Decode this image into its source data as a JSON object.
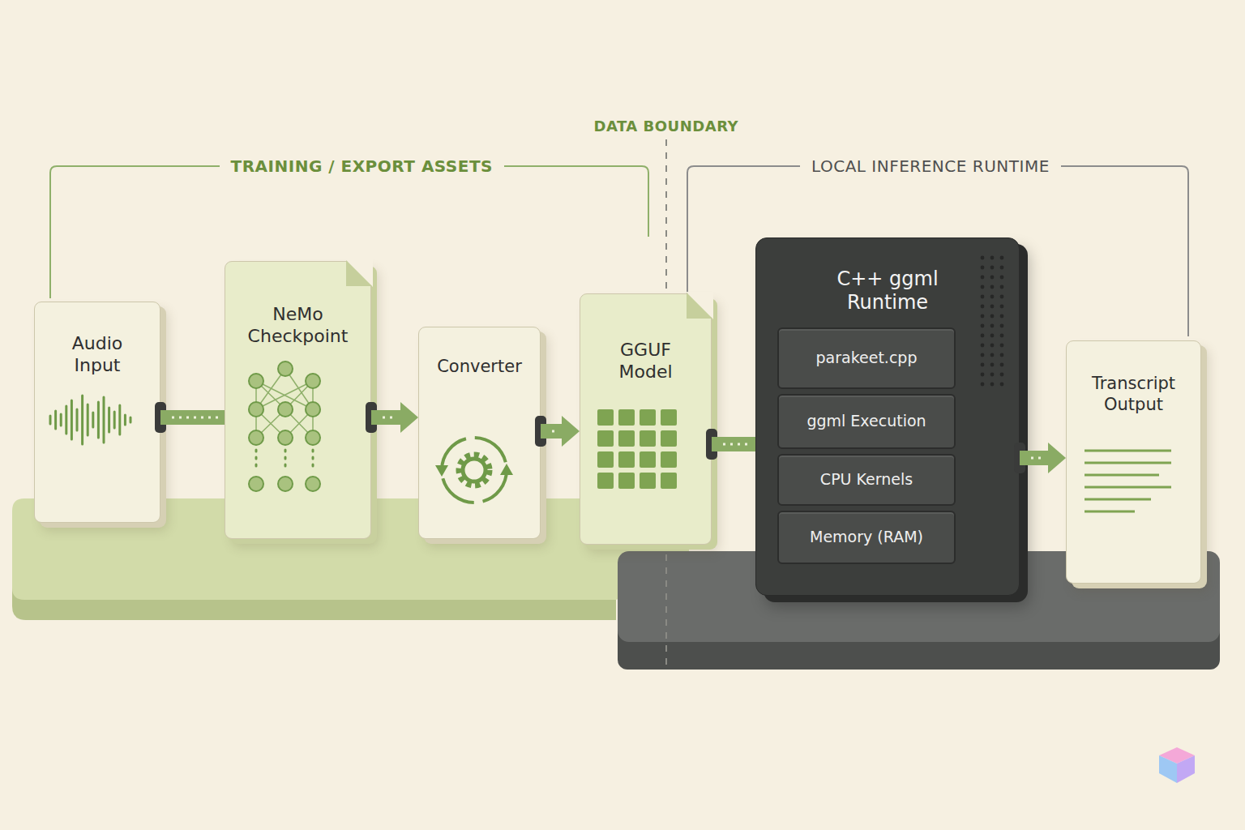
{
  "diagram": {
    "nodes": [
      {
        "text": [
          "Audio Input"
        ]
      },
      {
        "text": [
          "NeMo Checkpoint"
        ]
      },
      {
        "text": [
          "Converter"
        ]
      },
      {
        "text": [
          "GGUF Model"
        ]
      },
      {
        "text": [
          "C++ ggml Runtime"
        ]
      },
      {
        "text": [
          "parakeet.cpp"
        ],
        "in": 4
      },
      {
        "text": [
          "ggml Execution"
        ],
        "in": 4
      },
      {
        "text": [
          "CPU Kernels"
        ],
        "in": 4
      },
      {
        "text": [
          "Memory (RAM)"
        ],
        "in": 4
      },
      {
        "text": [
          "Transcript Output"
        ]
      }
    ],
    "edges": [
      {
        "from": 0,
        "to": 1,
        "arrow": "none"
      },
      {
        "from": 1,
        "to": 2,
        "arrow": "to"
      },
      {
        "from": 2,
        "to": 3,
        "arrow": "to"
      },
      {
        "from": 3,
        "to": 4,
        "arrow": "none"
      },
      {
        "from": 4,
        "to": 9,
        "arrow": "to"
      }
    ],
    "labels": [
      "DATA BOUNDARY",
      "TRAINING / EXPORT ASSETS",
      "LOCAL INFERENCE RUNTIME"
    ]
  }
}
